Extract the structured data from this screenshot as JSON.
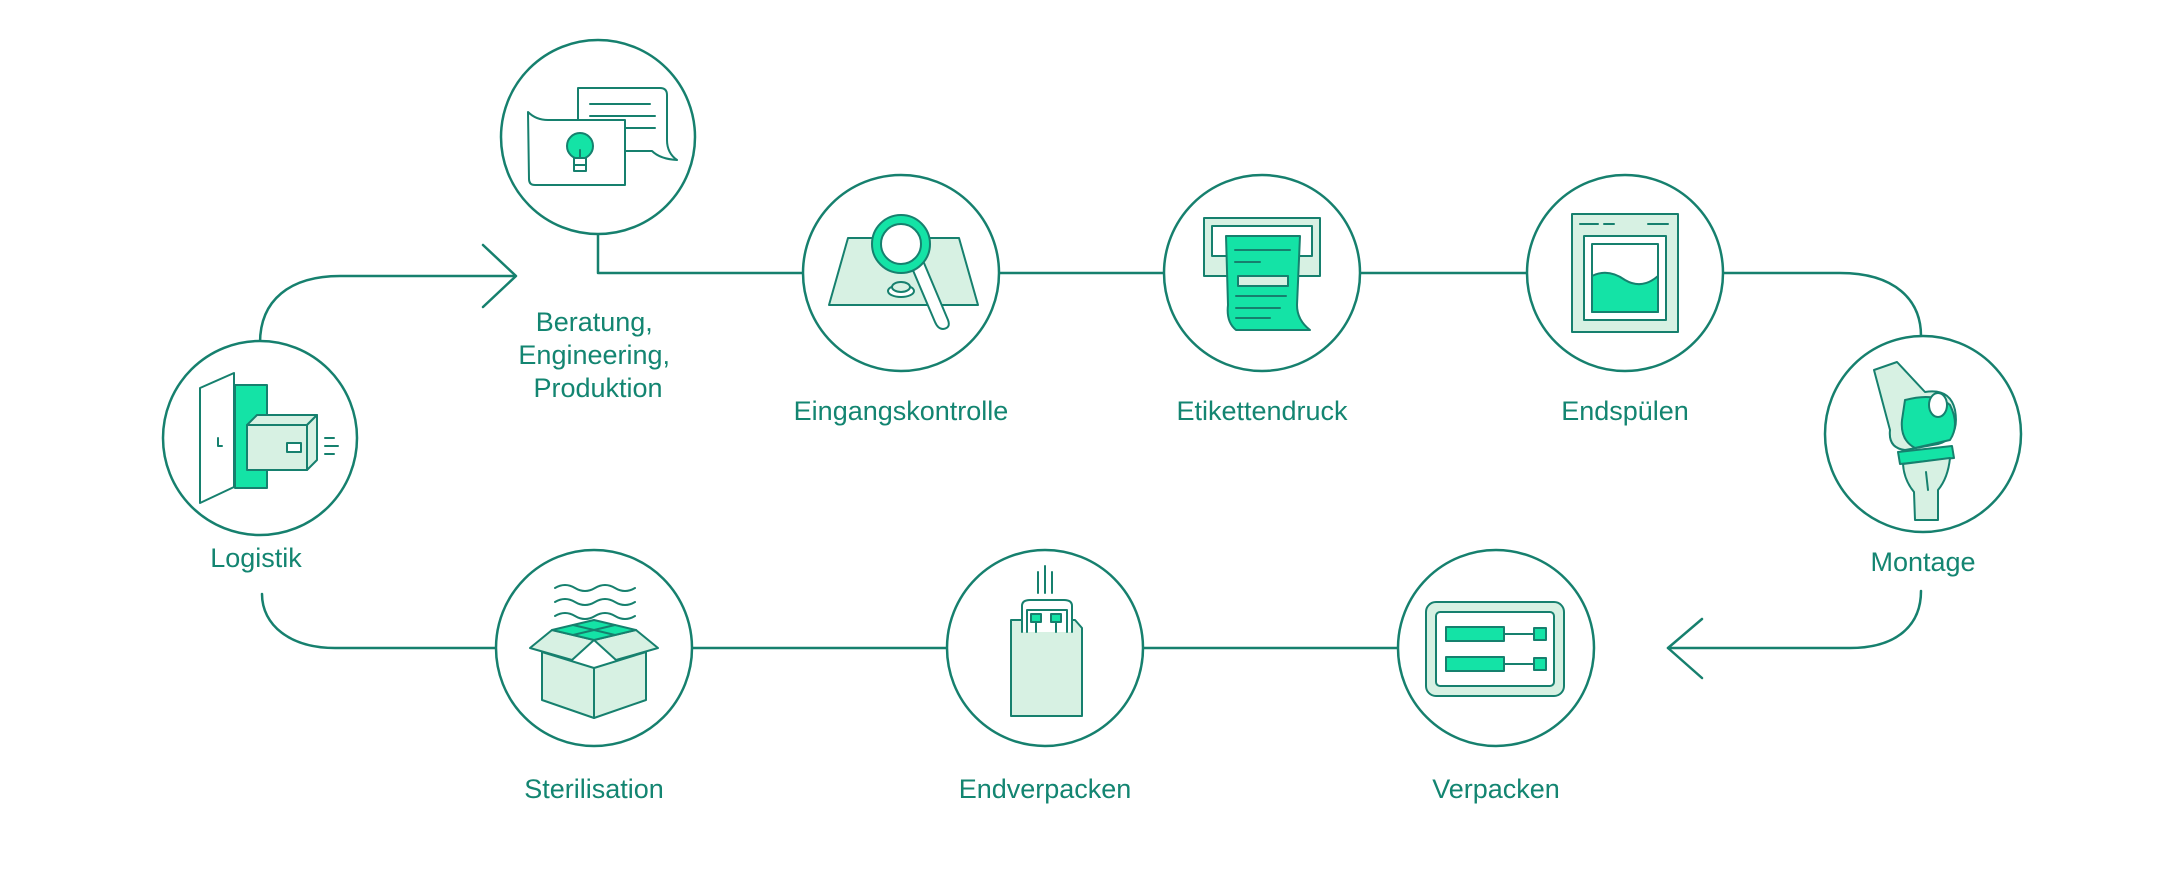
{
  "colors": {
    "line": "#16806e",
    "text": "#138571",
    "accent": "#14e3a6",
    "light_fill": "#d7f1e3",
    "background": "#ffffff"
  },
  "steps": [
    {
      "id": "beratung",
      "label_lines": [
        "Beratung,",
        "Engineering,",
        "Produktion"
      ],
      "icon": "consultation-chat-lightbulb-icon"
    },
    {
      "id": "eingangskontrolle",
      "label_lines": [
        "Eingangskontrolle"
      ],
      "icon": "magnifier-inspection-icon"
    },
    {
      "id": "etikettendruck",
      "label_lines": [
        "Etikettendruck"
      ],
      "icon": "label-printer-icon"
    },
    {
      "id": "endspuelen",
      "label_lines": [
        "Endspülen"
      ],
      "icon": "final-rinse-tank-icon"
    },
    {
      "id": "montage",
      "label_lines": [
        "Montage"
      ],
      "icon": "knee-implant-icon"
    },
    {
      "id": "verpacken",
      "label_lines": [
        "Verpacken"
      ],
      "icon": "blister-pack-icon"
    },
    {
      "id": "endverpacken",
      "label_lines": [
        "Endverpacken"
      ],
      "icon": "sealed-bag-icon"
    },
    {
      "id": "sterilisation",
      "label_lines": [
        "Sterilisation"
      ],
      "icon": "sterilization-box-icon"
    },
    {
      "id": "logistik",
      "label_lines": [
        "Logistik"
      ],
      "icon": "door-box-logistics-icon"
    }
  ],
  "flow_direction": [
    "logistik",
    "beratung",
    "eingangskontrolle",
    "etikettendruck",
    "endspuelen",
    "montage",
    "verpacken",
    "endverpacken",
    "sterilisation",
    "logistik"
  ]
}
